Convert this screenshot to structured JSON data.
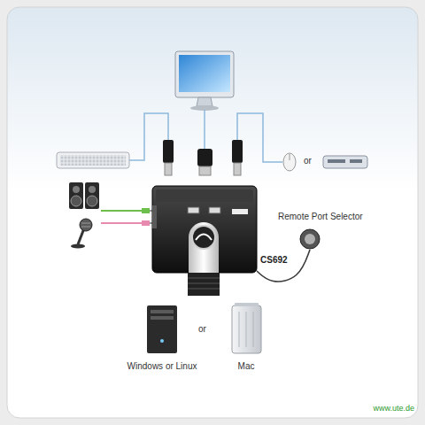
{
  "diagram": {
    "nodes": [
      {
        "text": [
          "Remote Port Selector"
        ]
      },
      {
        "text": [
          "CS692"
        ]
      },
      {
        "text": [
          "Windows or Linux"
        ]
      },
      {
        "text": [
          "Mac"
        ]
      }
    ],
    "edges": [
      {
        "from": 1,
        "to": 0,
        "arrow": "none"
      }
    ],
    "labels": [
      "or",
      "or",
      "www.ute.de"
    ]
  }
}
